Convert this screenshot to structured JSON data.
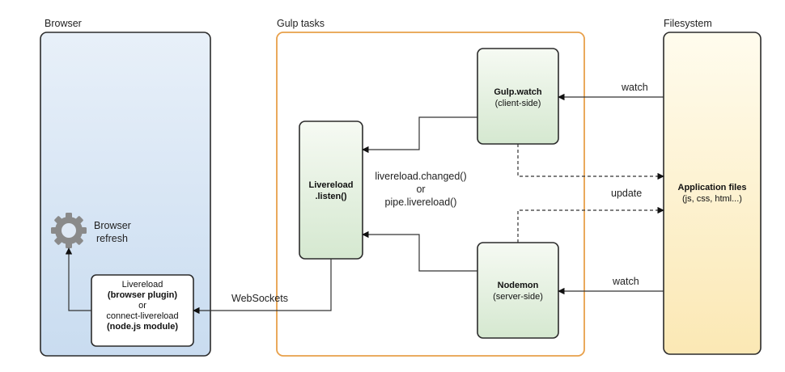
{
  "groups": {
    "browser": {
      "label": "Browser"
    },
    "gulp": {
      "label": "Gulp tasks"
    },
    "filesystem": {
      "label": "Filesystem"
    }
  },
  "nodes": {
    "gulp_watch": {
      "title": "Gulp.watch",
      "subtitle": "(client-side)"
    },
    "livereload_listen": {
      "line1": "Livereload",
      "line2": ".listen()"
    },
    "nodemon": {
      "title": "Nodemon",
      "subtitle": "(server-side)"
    },
    "app_files": {
      "title": "Application files",
      "subtitle": "(js, css, html...)"
    },
    "client_plugin": {
      "line1": "Livereload",
      "line2": "(browser plugin)",
      "line3": "or",
      "line4": "connect-livereload",
      "line5": "(node.js module)"
    },
    "browser_refresh": {
      "line1": "Browser",
      "line2": "refresh",
      "icon": "gear-icon"
    }
  },
  "edges": {
    "watch_top": "watch",
    "watch_bottom": "watch",
    "update": "update",
    "changed_line1": "livereload.changed()",
    "changed_line2": "or",
    "changed_line3": "pipe.livereload()",
    "websockets": "WebSockets"
  },
  "colors": {
    "browser_fill_top": "#e8f0f9",
    "browser_fill_bottom": "#c9dcf0",
    "gulp_border": "#e8a04a",
    "node_fill_top": "#f6faf3",
    "node_fill_bottom": "#d5e8d0",
    "fs_fill_top": "#fffcee",
    "fs_fill_bottom": "#fbe8b4"
  }
}
